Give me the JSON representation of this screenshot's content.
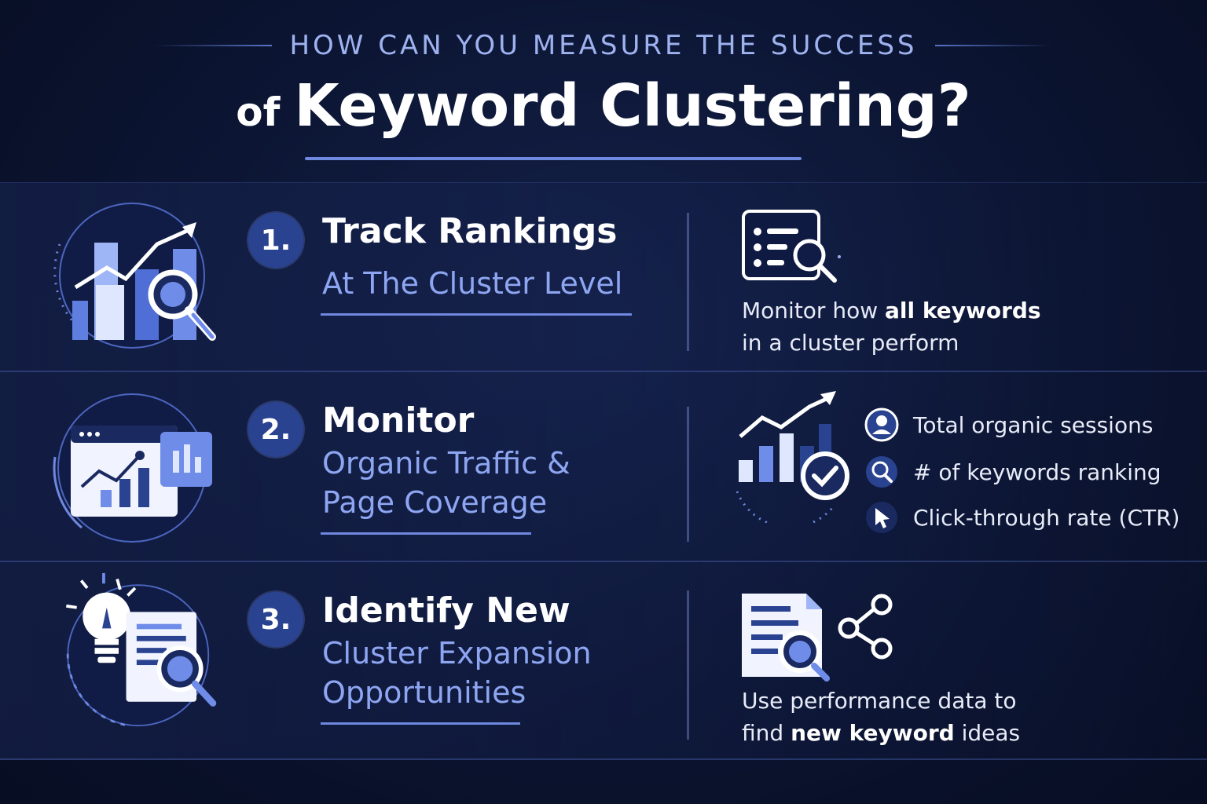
{
  "header": {
    "eyebrow": "HOW CAN YOU MEASURE THE SUCCESS",
    "title_prefix": "of",
    "title_main": "Keyword Clustering?"
  },
  "steps": [
    {
      "number": "1.",
      "title": "Track Rankings",
      "subtitle_lines": [
        "At The Cluster Level"
      ],
      "icon": "chart-search-icon",
      "right_icon": "list-search-icon",
      "description": {
        "prefix": "Monitor how ",
        "bold": "all keywords",
        "line2": "in a cluster perform"
      }
    },
    {
      "number": "2.",
      "title": "Monitor",
      "subtitle_lines": [
        "Organic Traffic &",
        "Page Coverage"
      ],
      "icon": "dashboard-chart-icon",
      "right_icon": "growth-check-icon",
      "metrics": [
        {
          "icon": "user-icon",
          "label": "Total organic sessions"
        },
        {
          "icon": "key-search-icon",
          "label": "# of keywords ranking"
        },
        {
          "icon": "cursor-icon",
          "label": "Click-through rate (CTR)"
        }
      ]
    },
    {
      "number": "3.",
      "title": "Identify New",
      "subtitle_lines": [
        "Cluster Expansion",
        "Opportunities"
      ],
      "icon": "lightbulb-document-icon",
      "right_icon": "document-share-icon",
      "description": {
        "line1": "Use performance data to",
        "prefix2": "find ",
        "bold": "new keyword",
        "suffix2": " ideas"
      }
    }
  ],
  "colors": {
    "accent": "#8ea6f2",
    "badge": "#2a4390",
    "line": "#6f88e0",
    "background": "#0b1431"
  }
}
